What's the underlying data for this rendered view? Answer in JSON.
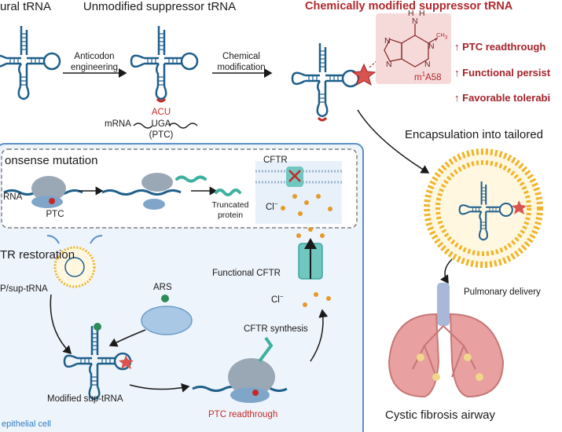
{
  "top": {
    "natural_trna": "ural tRNA",
    "unmodified_title": "Unmodified suppressor tRNA",
    "modified_title": "Chemically modified suppressor tRNA",
    "step1": [
      "Anticodon",
      "engineering"
    ],
    "step2": [
      "Chemical",
      "modification"
    ],
    "anticodon": "ACU",
    "mrna_label": "mRNA",
    "codon": "UGA",
    "codon_note": "(PTC)",
    "molecule": {
      "amine_h1": "H",
      "amine_n": "N",
      "amine_h2": "H",
      "ring_n1": "N",
      "ring_n2": "N",
      "ring_n3": "N",
      "ring_n4": "N",
      "charge": "+",
      "methyl": "CH",
      "methyl_sub": "3",
      "name_prefix": "m",
      "name_sup": "1",
      "name_suffix": "A58"
    },
    "benefits": [
      "PTC readthrough",
      "Functional persist",
      "Favorable tolerabi"
    ],
    "benefit_arrow": "↑",
    "encapsulation": "Encapsulation into tailored"
  },
  "nonsense": {
    "title": "onsense mutation",
    "rna": "RNA",
    "ptc": "PTC",
    "truncated": [
      "Truncated",
      "protein"
    ],
    "cftr": "CFTR",
    "cl": "Cl",
    "cl_sup": "−"
  },
  "restoration": {
    "title": "TR restoration",
    "lnp": "P/sup-tRNA",
    "ars": "ARS",
    "functional_cftr": "Functional CFTR",
    "cl": "Cl",
    "cl_sup": "−",
    "cftr_synthesis": "CFTR synthesis",
    "modified_sup": "Modified sup-tRNA",
    "ptc_readthrough": "PTC readthrough",
    "cell_label": "epithelial cell"
  },
  "right": {
    "pulmonary": "Pulmonary delivery",
    "airway": "Cystic fibrosis airway"
  },
  "colors": {
    "trna": "#1f5f8b",
    "red": "#c62828",
    "dark_red": "#a3232a",
    "cell_border": "#5b8fc9",
    "cell_fill": "#eef4fb",
    "lipid": "#f0b429",
    "lung": "#e8a0a0"
  }
}
